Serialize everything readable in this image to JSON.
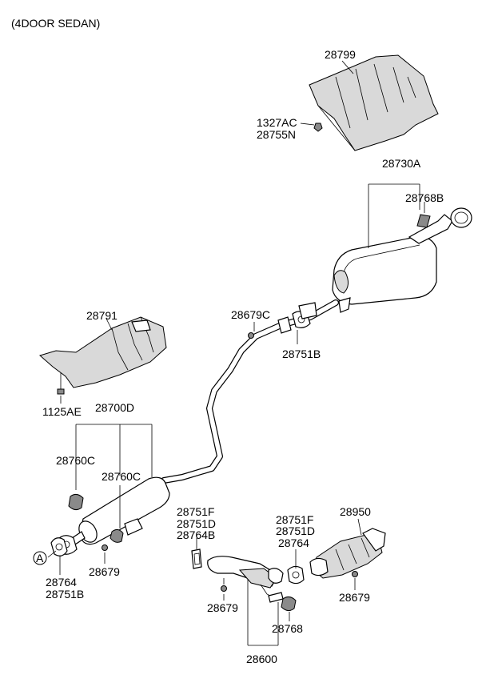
{
  "header": {
    "title": "(4DOOR SEDAN)"
  },
  "labels": {
    "p28799": "28799",
    "p1327AC": "1327AC",
    "p28755N": "28755N",
    "p28730A": "28730A",
    "p28768B": "28768B",
    "p28791": "28791",
    "p28679C": "28679C",
    "p28751B_upper": "28751B",
    "p1125AE": "1125AE",
    "p28700D": "28700D",
    "p28760C_left": "28760C",
    "p28760C_mid": "28760C",
    "callout_A": "A",
    "p28764_left": "28764",
    "p28751B_left": "28751B",
    "p28679_left": "28679",
    "p28751F_a": "28751F",
    "p28751D_a": "28751D",
    "p28764B": "28764B",
    "p28751F_b": "28751F",
    "p28751D_b": "28751D",
    "p28764_right": "28764",
    "p28950": "28950",
    "p28679_mid": "28679",
    "p28679_right": "28679",
    "p28768": "28768",
    "p28600": "28600"
  }
}
